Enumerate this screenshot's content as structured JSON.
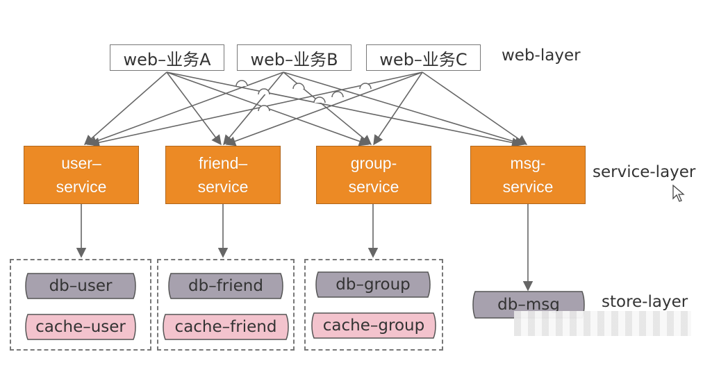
{
  "web_layer": {
    "label": "web-layer",
    "boxes": [
      "web–业务A",
      "web–业务B",
      "web–业务C"
    ]
  },
  "service_layer": {
    "label": "service-layer",
    "boxes": [
      {
        "line1": "user–",
        "line2": "service"
      },
      {
        "line1": "friend–",
        "line2": "service"
      },
      {
        "line1": "group-",
        "line2": "service"
      },
      {
        "line1": "msg-",
        "line2": "service"
      }
    ]
  },
  "store_layer": {
    "label": "store-layer",
    "groups": [
      {
        "db": "db–user",
        "cache": "cache–user"
      },
      {
        "db": "db–friend",
        "cache": "cache–friend"
      },
      {
        "db": "db–group",
        "cache": "cache–group"
      }
    ],
    "msg_db": "db–msg"
  },
  "colors": {
    "service_fill": "#ec8a25",
    "db_fill": "#a7a1ae",
    "cache_fill": "#f3c3cd",
    "line": "#666666"
  }
}
